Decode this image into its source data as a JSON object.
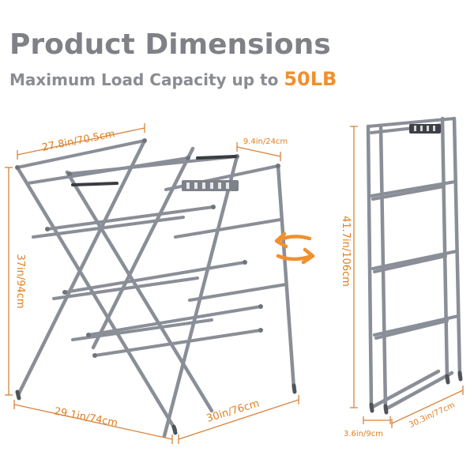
{
  "header": {
    "title": "Product Dimensions",
    "subtitle_text": "Maximum Load Capacity up to ",
    "subtitle_value": "50LB"
  },
  "dimensions": {
    "top_width": "27.8in/70.5cm",
    "top_depth": "9.4in/24cm",
    "height": "37in/94cm",
    "bottom_width": "29.1in/74cm",
    "bottom_depth": "30in/76cm",
    "folded_height": "41.7in/106cm",
    "folded_thickness": "3.6in/9cm",
    "folded_depth": "30.3in/77cm"
  },
  "colors": {
    "accent": "#f0902e",
    "title": "#7f8187",
    "frame": "#8a8e97",
    "dimension_line": "#d9823a"
  },
  "icons": {
    "swap": "swap-arrows-icon"
  }
}
